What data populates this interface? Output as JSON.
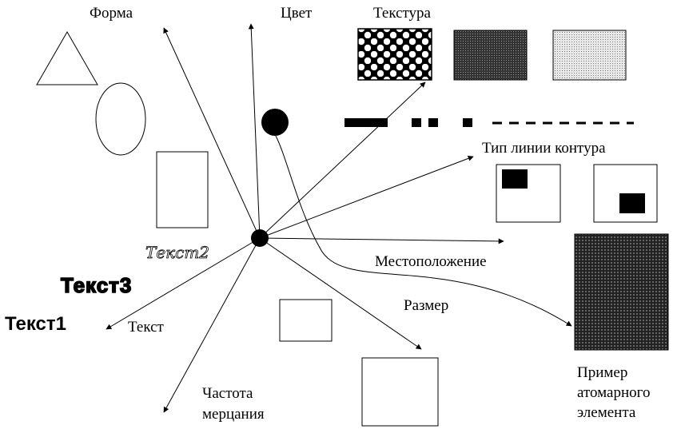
{
  "labels": {
    "form": "Форма",
    "color": "Цвет",
    "texture": "Текстура",
    "line_type": "Тип линии контура",
    "location": "Местоположение",
    "size": "Размер",
    "text": "Текст",
    "flicker_1": "Частота",
    "flicker_2": "мерцания",
    "example_1": "Пример",
    "example_2": "атомарного",
    "example_3": "элемента"
  },
  "text_samples": {
    "sample_1": "Текст1",
    "sample_2": "Текст2",
    "sample_3": "Текст3"
  },
  "colors": {
    "stroke": "#000000",
    "background": "#ffffff",
    "texture_dark": "#555555",
    "texture_light": "#c8c8c8"
  }
}
